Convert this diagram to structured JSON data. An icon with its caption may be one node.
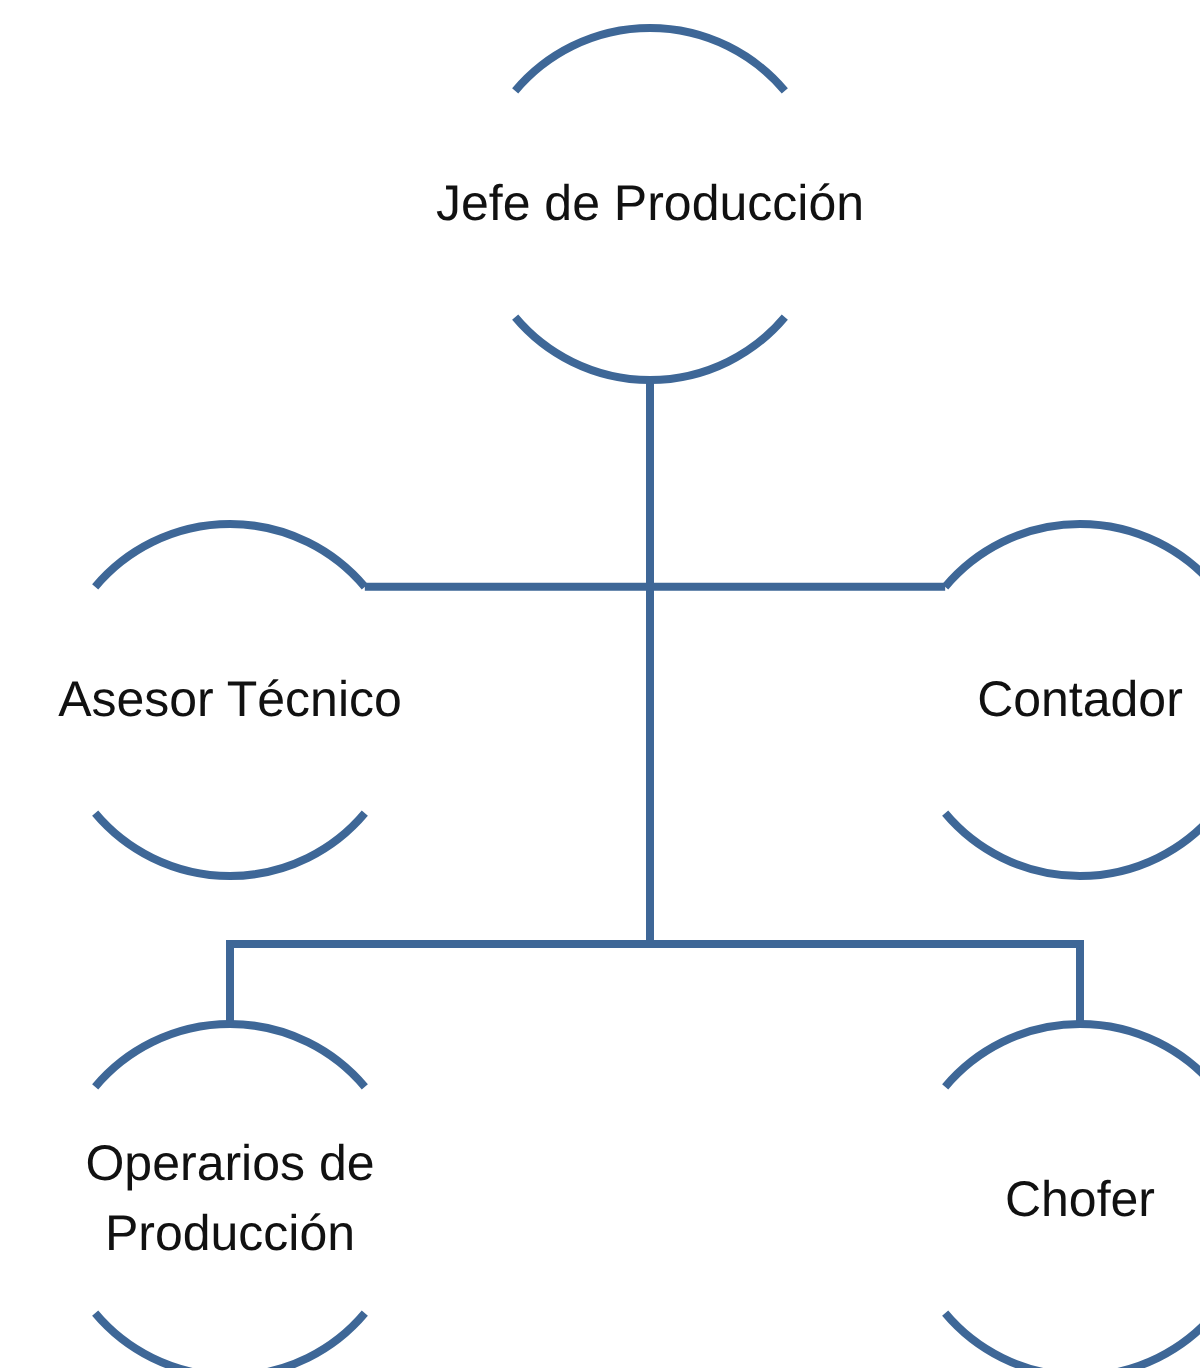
{
  "diagram": {
    "nodes": [
      {
        "text": [
          "Jefe de Producción"
        ]
      },
      {
        "text": [
          "Asesor Técnico"
        ]
      },
      {
        "text": [
          "Contador"
        ]
      },
      {
        "text": [
          "Operarios de Producción"
        ]
      },
      {
        "text": [
          "Chofer"
        ]
      }
    ],
    "edges": [
      {
        "from": 0,
        "to": 1,
        "arrow": "none"
      },
      {
        "from": 0,
        "to": 2,
        "arrow": "none"
      },
      {
        "from": 0,
        "to": 3,
        "arrow": "none"
      },
      {
        "from": 0,
        "to": 4,
        "arrow": "none"
      }
    ]
  }
}
